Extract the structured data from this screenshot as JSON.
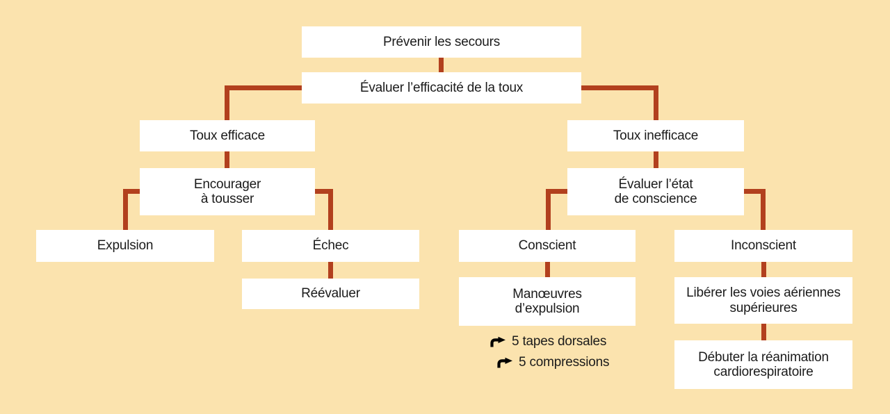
{
  "colors": {
    "background": "#fbe3ae",
    "connector": "#b2401e",
    "box_fill": "#ffffff",
    "text": "#1b1b1b",
    "bullet_arrow": "#000000"
  },
  "icons": {
    "bullet_arrow": "curved-right-arrow"
  },
  "nodes": {
    "prevenir": {
      "lines": [
        "Prévenir les secours"
      ]
    },
    "evaluer_toux": {
      "lines": [
        "Évaluer l’efficacité de la toux"
      ]
    },
    "toux_efficace": {
      "lines": [
        "Toux efficace"
      ]
    },
    "toux_inefficace": {
      "lines": [
        "Toux inefficace"
      ]
    },
    "encourager": {
      "lines": [
        "Encourager",
        "à tousser"
      ]
    },
    "evaluer_conscience": {
      "lines": [
        "Évaluer l’état",
        "de conscience"
      ]
    },
    "expulsion": {
      "lines": [
        "Expulsion"
      ]
    },
    "echec": {
      "lines": [
        "Échec"
      ]
    },
    "reevaluer": {
      "lines": [
        "Réévaluer"
      ]
    },
    "conscient": {
      "lines": [
        "Conscient"
      ]
    },
    "inconscient": {
      "lines": [
        "Inconscient"
      ]
    },
    "manoeuvres": {
      "lines": [
        "Manœuvres",
        "d’expulsion"
      ]
    },
    "liberer": {
      "lines": [
        "Libérer les voies aériennes",
        "supérieures"
      ]
    },
    "debuter": {
      "lines": [
        "Débuter la réanimation",
        "cardiorespiratoire"
      ]
    }
  },
  "bullets": {
    "items": [
      "5 tapes dorsales",
      "5 compressions"
    ]
  }
}
